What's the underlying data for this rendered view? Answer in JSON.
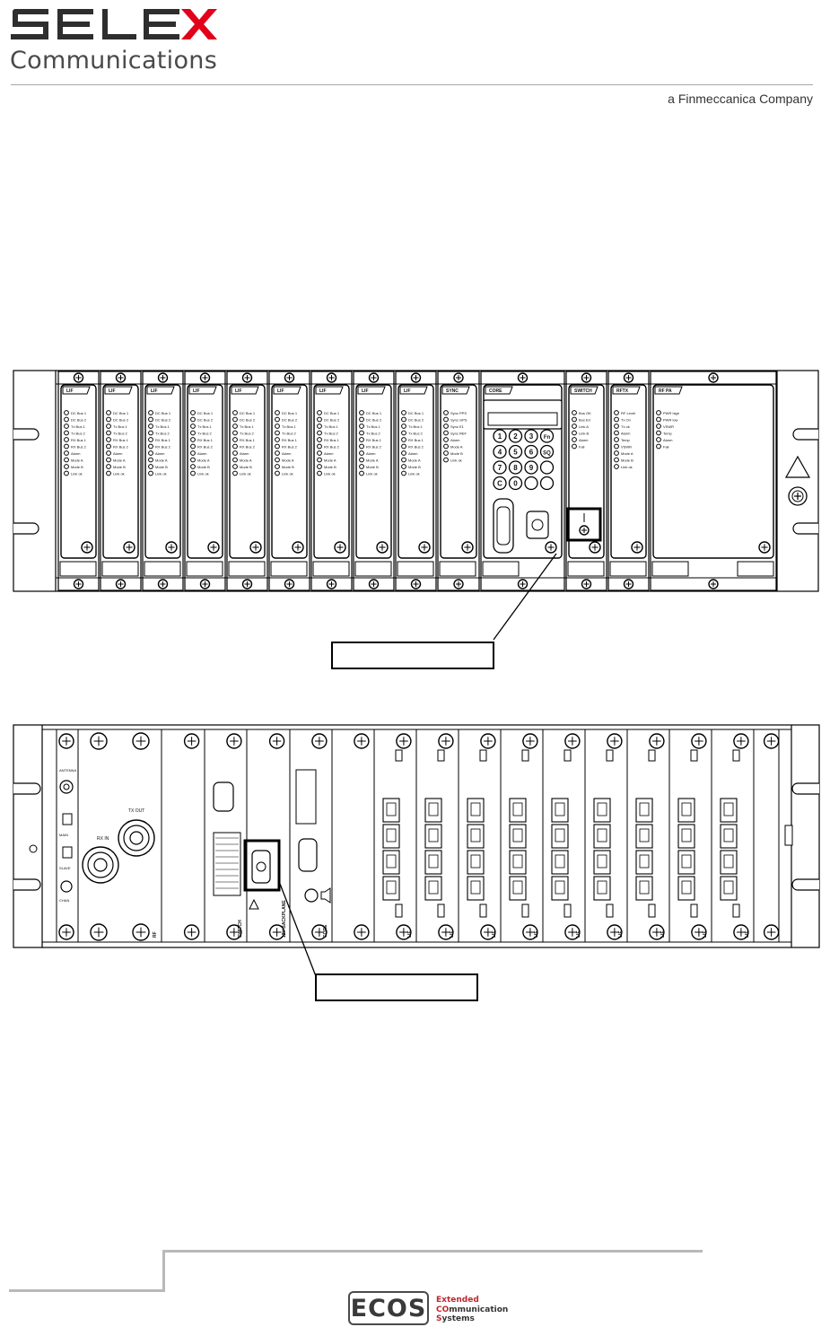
{
  "header": {
    "brand": "SELEX",
    "subtitle": "Communications",
    "parent_company": "a Finmeccanica Company",
    "brand_accent_color": "#e2001a"
  },
  "front_panel": {
    "modules": [
      {
        "tag": "LIF",
        "labels": [
          "DC Bus 1",
          "DC Bus 2",
          "Tx Bus 1",
          "Tx Bus 2",
          "RX Bus 1",
          "RX Bus 2",
          "Alarm",
          "Mode A",
          "Mode B",
          "Link ok"
        ]
      },
      {
        "tag": "LIF",
        "labels": [
          "DC Bus 1",
          "DC Bus 2",
          "Tx Bus 1",
          "Tx Bus 2",
          "RX Bus 1",
          "RX Bus 2",
          "Alarm",
          "Mode A",
          "Mode B",
          "Link ok"
        ]
      },
      {
        "tag": "LIF",
        "labels": [
          "DC Bus 1",
          "DC Bus 2",
          "Tx Bus 1",
          "Tx Bus 2",
          "RX Bus 1",
          "RX Bus 2",
          "Alarm",
          "Mode A",
          "Mode B",
          "Link ok"
        ]
      },
      {
        "tag": "LIF",
        "labels": [
          "DC Bus 1",
          "DC Bus 2",
          "Tx Bus 1",
          "Tx Bus 2",
          "RX Bus 1",
          "RX Bus 2",
          "Alarm",
          "Mode A",
          "Mode B",
          "Link ok"
        ]
      },
      {
        "tag": "LIF",
        "labels": [
          "DC Bus 1",
          "DC Bus 2",
          "Tx Bus 1",
          "Tx Bus 2",
          "RX Bus 1",
          "RX Bus 2",
          "Alarm",
          "Mode A",
          "Mode B",
          "Link ok"
        ]
      },
      {
        "tag": "LIF",
        "labels": [
          "DC Bus 1",
          "DC Bus 2",
          "Tx Bus 1",
          "Tx Bus 2",
          "RX Bus 1",
          "RX Bus 2",
          "Alarm",
          "Mode A",
          "Mode B",
          "Link ok"
        ]
      },
      {
        "tag": "LIF",
        "labels": [
          "DC Bus 1",
          "DC Bus 2",
          "Tx Bus 1",
          "Tx Bus 2",
          "RX Bus 1",
          "RX Bus 2",
          "Alarm",
          "Mode A",
          "Mode B",
          "Link ok"
        ]
      },
      {
        "tag": "LIF",
        "labels": [
          "DC Bus 1",
          "DC Bus 2",
          "Tx Bus 1",
          "Tx Bus 2",
          "RX Bus 1",
          "RX Bus 2",
          "Alarm",
          "Mode A",
          "Mode B",
          "Link ok"
        ]
      },
      {
        "tag": "LIF",
        "labels": [
          "DC Bus 1",
          "DC Bus 2",
          "Tx Bus 1",
          "Tx Bus 2",
          "RX Bus 1",
          "RX Bus 2",
          "Alarm",
          "Mode A",
          "Mode B",
          "Link ok"
        ]
      },
      {
        "tag": "SYNC",
        "labels": [
          "Sync PPS",
          "Sync GPS",
          "Sync E1",
          "Sync REF",
          "Alarm",
          "Mode A",
          "Mode B",
          "Link ok"
        ]
      },
      {
        "tag": "CORE",
        "keypad": [
          "1",
          "2",
          "3",
          "Fn",
          "4",
          "5",
          "6",
          "SQ",
          "7",
          "8",
          "9",
          "",
          "C",
          "0",
          "",
          ""
        ]
      },
      {
        "tag": "SWITCH",
        "labels": [
          "Bus OK",
          "Bus Err",
          "Link A",
          "Link B",
          "Alarm",
          "Fail"
        ]
      },
      {
        "tag": "RFTX",
        "labels": [
          "RF Level",
          "Tx On",
          "Tx ok",
          "Alarm",
          "Temp",
          "VSWR",
          "Mode A",
          "Mode B",
          "Link ok"
        ]
      },
      {
        "tag": "RF PA",
        "labels": [
          "PWR high",
          "PWR low",
          "VSWR",
          "Temp",
          "Alarm",
          "Fail"
        ]
      }
    ],
    "callout_text": ""
  },
  "rear_panel": {
    "left_labels": [
      "ANTENNA",
      "MAIN",
      "SLAVE",
      "CHAN"
    ],
    "rf_labels": [
      "TX OUT",
      "RX IN"
    ],
    "module_tags": [
      "RF",
      "SWITCH",
      "12V BACKPLANE",
      "CORE",
      "LIF",
      "LIF",
      "LIF",
      "LIF",
      "LIF",
      "LIF",
      "LIF",
      "LIF",
      "LIF"
    ],
    "callout_text": ""
  },
  "footer": {
    "logo": "ECOS",
    "line1_a": "Extended",
    "line2_a": "CO",
    "line2_b": "mmunication",
    "line3_a": "S",
    "line3_b": "ystems"
  }
}
